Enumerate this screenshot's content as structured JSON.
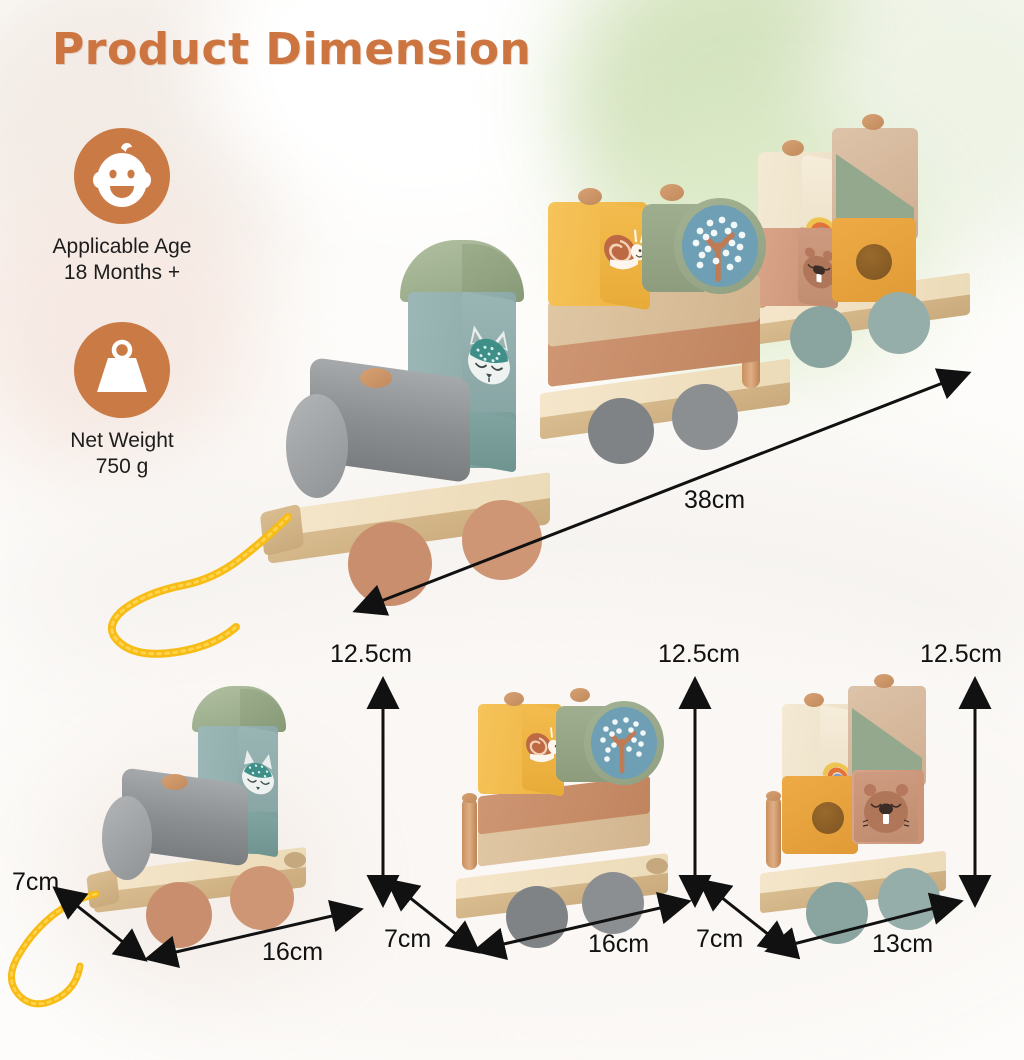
{
  "title": "Product Dimension",
  "badges": [
    {
      "icon": "baby-face-icon",
      "line1": "Applicable Age",
      "line2": "18 Months  +"
    },
    {
      "icon": "weight-icon",
      "line1": "Net Weight",
      "line2": "750 g"
    }
  ],
  "main_view": {
    "label": "38cm",
    "description": "full assembled train, diagonal length"
  },
  "detail_views": [
    {
      "name": "locomotive",
      "height": "12.5cm",
      "length": "16cm",
      "depth": "7cm",
      "blocks": [
        "grey-cylinder-boiler",
        "teal-fox-cab",
        "sage-curved-roof"
      ],
      "wheel_color": "#c98e6d",
      "has_pull_cord": true
    },
    {
      "name": "middle-car",
      "height": "12.5cm",
      "length": "16cm",
      "depth": "7cm",
      "blocks": [
        "yellow-snail-cube",
        "blue-tree-cylinder",
        "tan-bar",
        "terracotta-bar"
      ],
      "wheel_color": "#7f8385",
      "has_pull_cord": false
    },
    {
      "name": "rear-car",
      "height": "12.5cm",
      "length": "13cm",
      "depth": "7cm",
      "blocks": [
        "cream-rainbow-cube",
        "sage-triangle",
        "beaver-face-cube",
        "orange-hole-cube"
      ],
      "wheel_color": "#8fa9a4",
      "has_pull_cord": false
    }
  ],
  "colors": {
    "accent": "#cd7540",
    "badge_fill": "#ca7a45",
    "text": "#111111",
    "wood": "#e6cfa6",
    "sage": "#9fae8e",
    "teal": "#86a8a6",
    "grey": "#8b8d8e",
    "yellow": "#f3b94a",
    "terracotta": "#c98e6d",
    "cord": "#f7bc16",
    "blue": "#6e9fb5",
    "orange": "#e9a845",
    "cream": "#f3e6cd"
  }
}
